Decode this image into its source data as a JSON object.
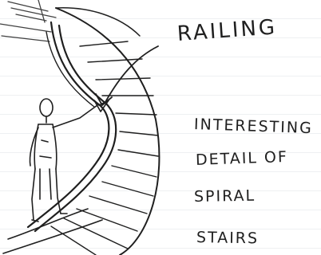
{
  "annotations": {
    "callout": "RAILING",
    "caption_lines": [
      "INTERESTING",
      "DETAIL OF",
      "SPIRAL",
      "STAIRS"
    ]
  },
  "colors": {
    "ink": "#1f1f1f",
    "paper": "#ffffff",
    "ruled_line": "#eef0f2"
  }
}
